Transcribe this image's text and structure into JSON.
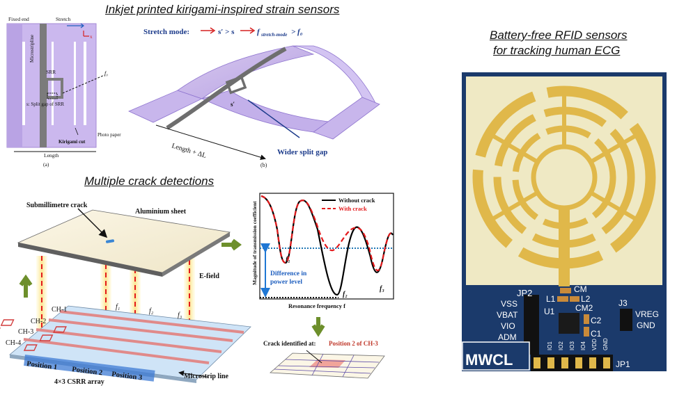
{
  "titles": {
    "kirigami": "Inkjet printed kirigami-inspired strain sensors",
    "crack": "Multiple crack detections",
    "rfid_line1": "Battery-free RFID sensors",
    "rfid_line2": "for tracking human ECG"
  },
  "kirigami": {
    "fixed_end": "Fixed end",
    "stretch": "Stretch",
    "x_axis": "x",
    "microstripline": "Microstripline",
    "srr": "SRR",
    "f0": "f₀",
    "split_gap": "s: Split gap of SRR",
    "photo_paper": "Photo paper",
    "kirigami_cut": "Kirigami cut",
    "length": "Length",
    "label_a": "(a)",
    "stretch_mode_prefix": "Stretch mode:",
    "stretch_mode_cond": "s′ > s",
    "stretch_mode_result": "f",
    "stretch_mode_sub": "stretch-mode",
    "stretch_mode_tail": "> f₀",
    "s_prime": "s′",
    "length_delta": "Length + ΔL",
    "wider_gap": "Wider split gap",
    "label_b": "(b)"
  },
  "crack": {
    "submm": "Submillimetre crack",
    "aluminium": "Aluminium sheet",
    "efield": "E-field",
    "ch1": "CH-1",
    "ch2": "CH-2",
    "ch3": "CH-3",
    "ch4": "CH-4",
    "f1": "f₁",
    "f2": "f₂",
    "f3": "f₃",
    "pos1": "Position 1",
    "pos2": "Position 2",
    "pos3": "Position 3",
    "microstrip": "Microstrip line",
    "array": "4×3 CSRR array",
    "ylabel": "Magnitude of transmission coefficient",
    "xlabel": "Resonance frequency f",
    "legend_without": "Without crack",
    "legend_with": "With crack",
    "diff1": "Difference in",
    "diff2": "power level",
    "curve_f1": "f₁",
    "curve_f2": "f₂",
    "curve_f3": "f₃",
    "identified_prefix": "Crack identified at:",
    "identified_value": "Position 2 of CH-3",
    "colors": {
      "without": "#000000",
      "with": "#e41a1c",
      "dotted": "#1f77b4",
      "accent": "#c0392b"
    }
  },
  "rfid": {
    "jp2": "JP2",
    "vss": "VSS",
    "vbat": "VBAT",
    "vio": "VIO",
    "adm": "ADM",
    "u1": "U1",
    "l1": "L1",
    "l2": "L2",
    "cm": "CM",
    "cm2": "CM2",
    "c2": "C2",
    "c1": "C1",
    "j3": "J3",
    "vreg": "VREG",
    "gnd": "GND",
    "mwcl": "MWCL",
    "jp1": "JP1",
    "pins": [
      "IO1",
      "IO2",
      "IO3",
      "IO4",
      "VDD",
      "GND"
    ],
    "colors": {
      "board": "#efe9c4",
      "copper": "#e0b84a",
      "pcb": "#1b3a6b"
    }
  }
}
